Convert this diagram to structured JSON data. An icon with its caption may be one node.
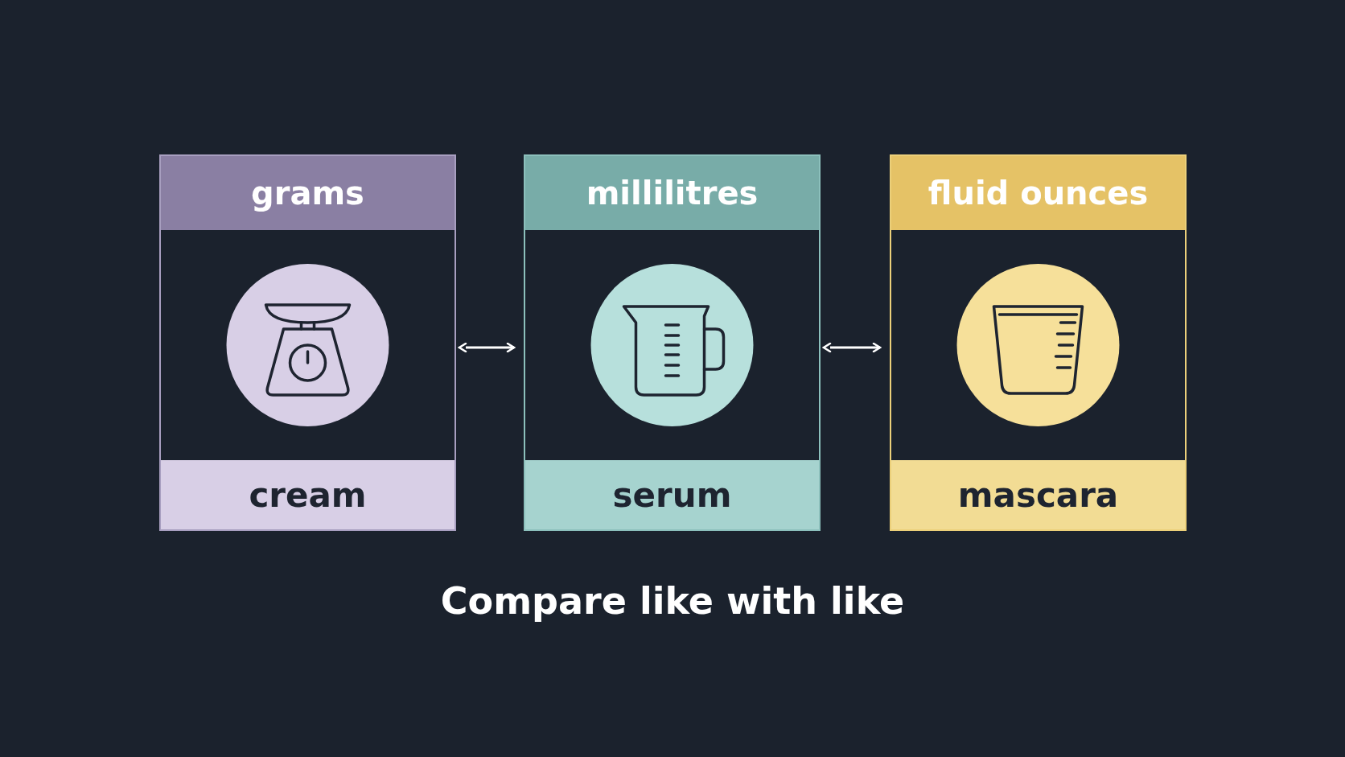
{
  "diagram": {
    "caption": "Compare like with like",
    "nodes": [
      {
        "text": [
          "grams",
          "cream"
        ]
      },
      {
        "text": [
          "millilitres",
          "serum"
        ]
      },
      {
        "text": [
          "fluid ounces",
          "mascara"
        ]
      }
    ],
    "edges": [
      {
        "from": 0,
        "to": 1,
        "arrow": "both"
      },
      {
        "from": 1,
        "to": 2,
        "arrow": "both"
      }
    ]
  }
}
